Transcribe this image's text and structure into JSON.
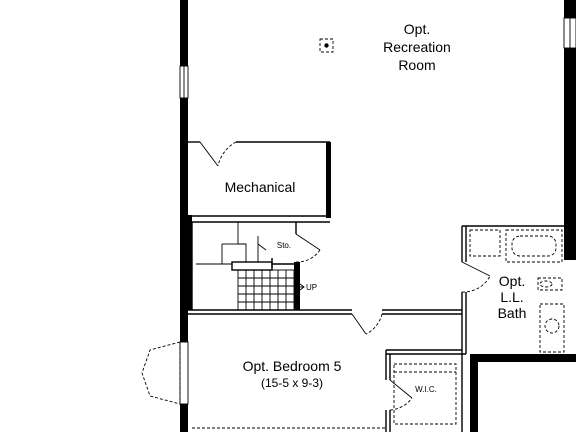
{
  "rooms": {
    "recreation": {
      "line1": "Opt.",
      "line2": "Recreation",
      "line3": "Room"
    },
    "mechanical": {
      "label": "Mechanical"
    },
    "storage": {
      "label": "Sto."
    },
    "stairs": {
      "label": "UP"
    },
    "bath": {
      "line1": "Opt.",
      "line2": "L.L.",
      "line3": "Bath"
    },
    "bedroom": {
      "label": "Opt. Bedroom 5",
      "size": "(15-5 x 9-3)"
    },
    "closet": {
      "label": "W.I.C."
    }
  }
}
